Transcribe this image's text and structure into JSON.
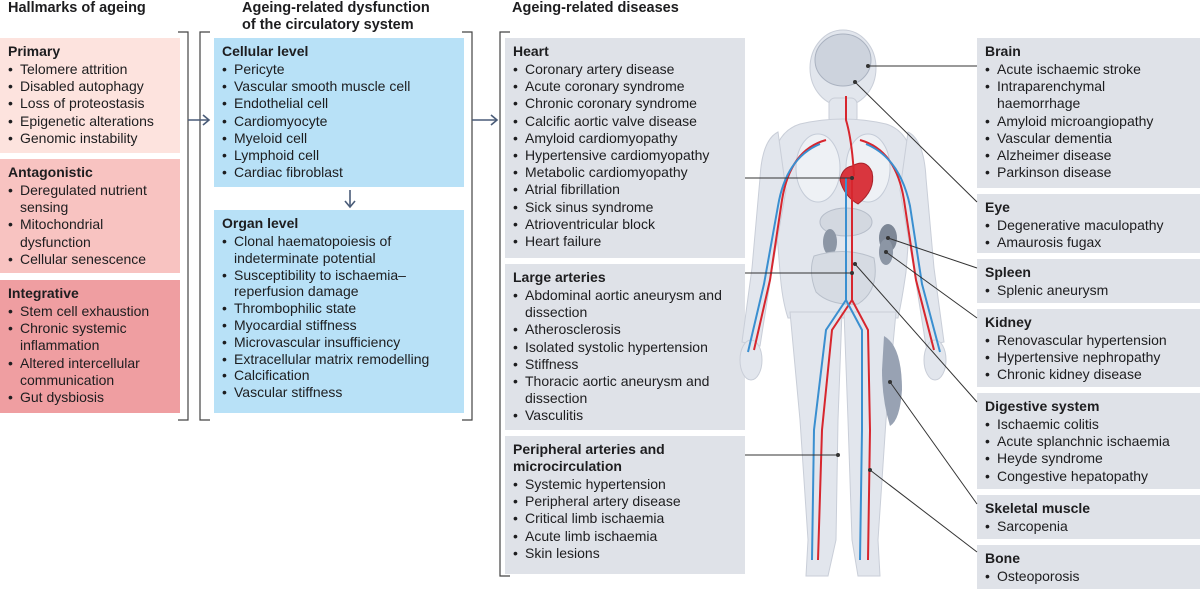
{
  "titles": {
    "hallmarks": "Hallmarks of ageing",
    "dysfunction_line1": "Ageing-related dysfunction",
    "dysfunction_line2": "of the circulatory system",
    "diseases": "Ageing-related diseases"
  },
  "hallmarks": {
    "primary": {
      "heading": "Primary",
      "items": [
        "Telomere attrition",
        "Disabled autophagy",
        "Loss of proteostasis",
        "Epigenetic alterations",
        "Genomic instability"
      ]
    },
    "antagonistic": {
      "heading": "Antagonistic",
      "items": [
        "Deregulated nutrient sensing",
        "Mitochondrial dysfunction",
        "Cellular senescence"
      ]
    },
    "integrative": {
      "heading": "Integrative",
      "items": [
        "Stem cell exhaustion",
        "Chronic systemic inflammation",
        "Altered intercellular communication",
        "Gut dysbiosis"
      ]
    }
  },
  "dysfunction": {
    "cellular": {
      "heading": "Cellular level",
      "items": [
        "Pericyte",
        "Vascular smooth muscle cell",
        "Endothelial cell",
        "Cardiomyocyte",
        "Myeloid cell",
        "Lymphoid cell",
        "Cardiac fibroblast"
      ]
    },
    "organ": {
      "heading": "Organ level",
      "items": [
        "Clonal haematopoiesis of indeterminate potential",
        "Susceptibility to ischaemia–reperfusion damage",
        "Thrombophilic state",
        "Myocardial stiffness",
        "Microvascular insufficiency",
        "Extracellular matrix remodelling",
        "Calcification",
        "Vascular stiffness"
      ]
    }
  },
  "diseases": {
    "heart": {
      "heading": "Heart",
      "items": [
        "Coronary artery disease",
        "Acute coronary syndrome",
        "Chronic coronary syndrome",
        "Calcific aortic valve disease",
        "Amyloid cardiomyopathy",
        "Hypertensive cardiomyopathy",
        "Metabolic cardiomyopathy",
        "Atrial fibrillation",
        "Sick sinus syndrome",
        "Atrioventricular block",
        "Heart failure"
      ]
    },
    "large_arteries": {
      "heading": "Large arteries",
      "items": [
        "Abdominal aortic aneurysm and dissection",
        "Atherosclerosis",
        "Isolated systolic hypertension",
        "Stiffness",
        "Thoracic aortic aneurysm and dissection",
        "Vasculitis"
      ]
    },
    "peripheral": {
      "heading": "Peripheral arteries and microcirculation",
      "items": [
        "Systemic hypertension",
        "Peripheral artery disease",
        "Critical limb ischaemia",
        "Acute limb ischaemia",
        "Skin lesions"
      ]
    }
  },
  "organs": {
    "brain": {
      "heading": "Brain",
      "items": [
        "Acute ischaemic stroke",
        "Intraparenchymal haemorrhage",
        "Amyloid microangiopathy",
        "Vascular dementia",
        "Alzheimer disease",
        "Parkinson disease"
      ]
    },
    "eye": {
      "heading": "Eye",
      "items": [
        "Degenerative maculopathy",
        "Amaurosis fugax"
      ]
    },
    "spleen": {
      "heading": "Spleen",
      "items": [
        "Splenic aneurysm"
      ]
    },
    "kidney": {
      "heading": "Kidney",
      "items": [
        "Renovascular hypertension",
        "Hypertensive nephropathy",
        "Chronic kidney disease"
      ]
    },
    "digestive": {
      "heading": "Digestive system",
      "items": [
        "Ischaemic colitis",
        "Acute splanchnic ischaemia",
        "Heyde syndrome",
        "Congestive hepatopathy"
      ]
    },
    "skeletal": {
      "heading": "Skeletal muscle",
      "items": [
        "Sarcopenia"
      ]
    },
    "bone": {
      "heading": "Bone",
      "items": [
        "Osteoporosis"
      ]
    }
  },
  "colors": {
    "primary": "#fde3de",
    "antagonistic": "#f8c3c1",
    "integrative": "#ef9ea1",
    "dysfunction": "#b8e1f7",
    "disease": "#dfe2e8",
    "artery": "#d7262e",
    "vein": "#3a8fd0"
  }
}
